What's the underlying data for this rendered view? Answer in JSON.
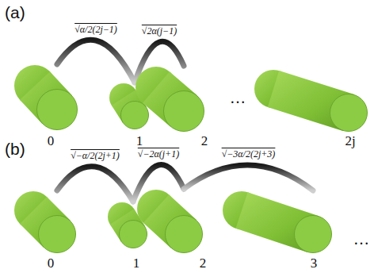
{
  "diagram": {
    "nodes": [
      {
        "text": [
          "0"
        ]
      },
      {
        "text": [
          "1"
        ]
      },
      {
        "text": [
          "2"
        ]
      },
      {
        "text": [
          "2j"
        ]
      },
      {
        "text": [
          "0"
        ]
      },
      {
        "text": [
          "1"
        ]
      },
      {
        "text": [
          "2"
        ]
      },
      {
        "text": [
          "3"
        ]
      }
    ],
    "edges": [
      {
        "from": 0,
        "to": 1,
        "arrow": "none",
        "label": "√α/2(2j−1)"
      },
      {
        "from": 1,
        "to": 2,
        "arrow": "none",
        "label": "√2α(j−1)"
      },
      {
        "from": 4,
        "to": 5,
        "arrow": "none",
        "label": "√−α/2(2j+1)"
      },
      {
        "from": 5,
        "to": 6,
        "arrow": "none",
        "label": "√−2α(j+1)"
      },
      {
        "from": 6,
        "to": 7,
        "arrow": "none",
        "label": "√−3α/2(2j+3)"
      }
    ],
    "labels": [
      "(a)",
      "(b)",
      "…",
      "…"
    ]
  }
}
